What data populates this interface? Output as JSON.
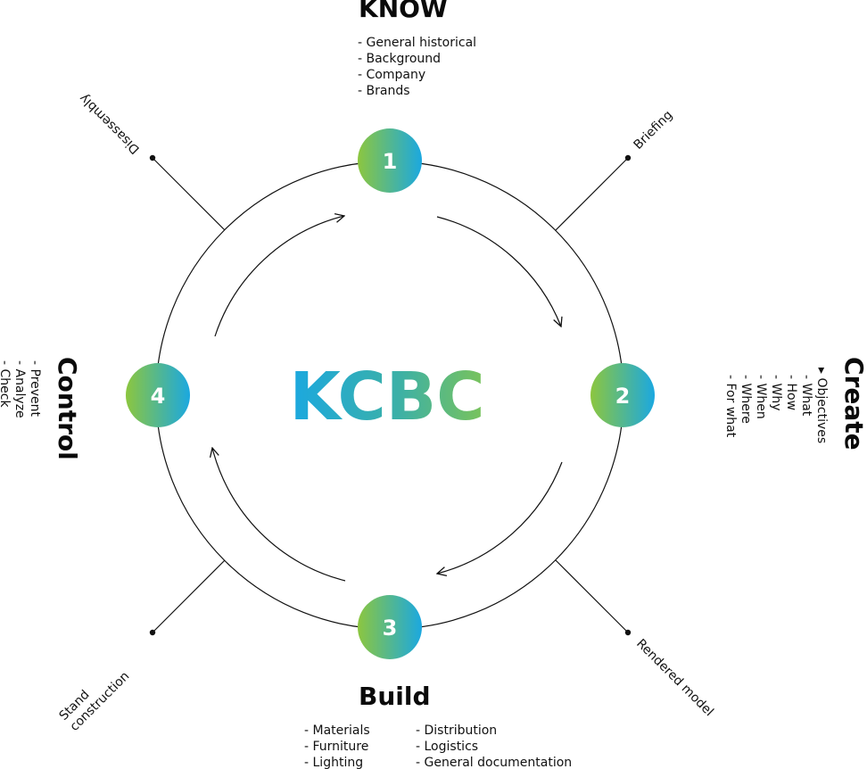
{
  "center_title": "KCBC",
  "stages": [
    {
      "number": "1",
      "title": "KNOW",
      "items": [
        "- General historical",
        "- Background",
        "- Company",
        "- Brands"
      ]
    },
    {
      "number": "2",
      "title": "Create",
      "items": [
        "▸ Objectives",
        "- What",
        "- How",
        "- Why",
        "- When",
        "- Where",
        "- For what"
      ]
    },
    {
      "number": "3",
      "title": "Build",
      "items_left": [
        "- Materials",
        "- Furniture",
        "- Lighting"
      ],
      "items_right": [
        "- Distribution",
        "- Logistics",
        "- General documentation"
      ]
    },
    {
      "number": "4",
      "title": "Control",
      "items": [
        "- Prevent",
        "- Analyze",
        "- Check"
      ]
    }
  ],
  "spokes": {
    "top_right": "Briefing",
    "bottom_right": "Rendered model",
    "bottom_left": [
      "Stand",
      "construction"
    ],
    "top_left": "Disassembly"
  },
  "colors": {
    "gradient_start": "#8cc63f",
    "gradient_end": "#1ba8e0",
    "line": "#111111"
  }
}
